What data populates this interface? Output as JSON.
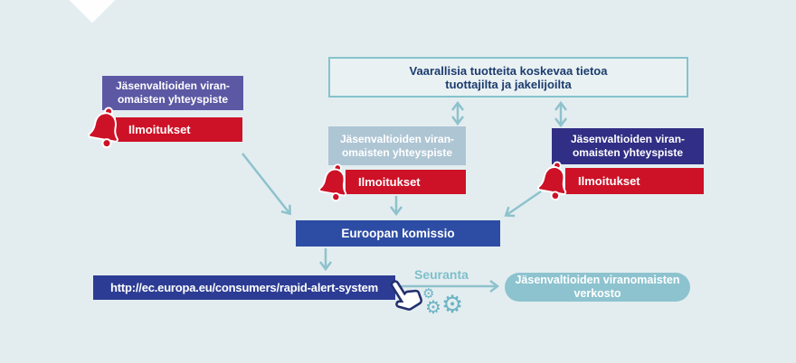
{
  "background_color": "#e3edf0",
  "top_box": {
    "line1": "Vaarallisia tuotteita koskevaa tietoa",
    "line2": "tuottajilta ja jakelijoilta"
  },
  "contact_points": {
    "left": {
      "line1": "Jäsenvaltioiden viran-",
      "line2": "omaisten yhteyspiste",
      "badge": "Ilmoitukset"
    },
    "middle": {
      "line1": "Jäsenvaltioiden viran-",
      "line2": "omaisten yhteyspiste",
      "badge": "Ilmoitukset"
    },
    "right": {
      "line1": "Jäsenvaltioiden viran-",
      "line2": "omaisten yhteyspiste",
      "badge": "Ilmoitukset"
    }
  },
  "commission": {
    "label": "Euroopan komissio"
  },
  "url_box": {
    "label": "http://ec.europa.eu/consumers/rapid-alert-system"
  },
  "monitoring": {
    "label": "Seuranta"
  },
  "network": {
    "line1": "Jäsenvaltioiden viranomaisten",
    "line2": "verkosto"
  },
  "icons": {
    "bell": "bell-icon",
    "hand": "hand-pointer-icon",
    "gears": "gears-icon",
    "gear_glyph": "⚙"
  },
  "colors": {
    "background": "#e3edf0",
    "teal_arrow": "#8ec2cc",
    "teal_border": "#85c3cb",
    "purple_box": "#5c58a4",
    "light_blue_box": "#aec5d4",
    "indigo_box": "#312e85",
    "red_badge": "#cd1126",
    "commission_blue": "#2d4da4",
    "url_navy": "#2c3c94",
    "network_teal": "#8dc3cf",
    "dark_text": "#1d3c6e"
  }
}
